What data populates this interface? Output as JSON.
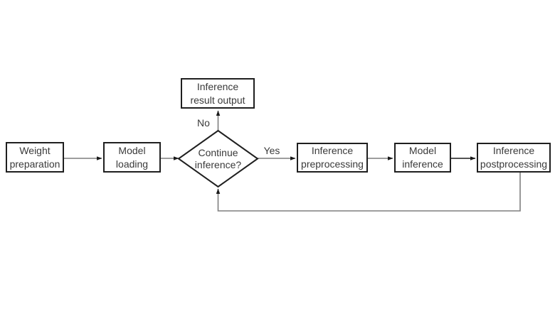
{
  "diagram": {
    "colors": {
      "background": "#ffffff",
      "line": "#7f7f7f",
      "arrowhead": "#1a1a1a",
      "box_border": "#1f1f1f",
      "box_fill": "#ffffff",
      "text": "#3a3a3a"
    },
    "nodes": {
      "weight_preparation": {
        "label": "Weight preparation",
        "lines": [
          "Weight",
          "preparation"
        ]
      },
      "model_loading": {
        "label": "Model loading",
        "lines": [
          "Model",
          "loading"
        ]
      },
      "inference_result_output": {
        "label": "Inference result output",
        "lines": [
          "Inference",
          "result output"
        ]
      },
      "continue_inference": {
        "label": "Continue inference?",
        "lines": [
          "Continue",
          "inference?"
        ]
      },
      "inference_preprocessing": {
        "label": "Inference preprocessing",
        "lines": [
          "Inference",
          "preprocessing"
        ]
      },
      "model_inference": {
        "label": "Model inference",
        "lines": [
          "Model",
          "inference"
        ]
      },
      "inference_postprocessing": {
        "label": "Inference postprocessing",
        "lines": [
          "Inference",
          "postprocessing"
        ]
      }
    },
    "edge_labels": {
      "no": "No",
      "yes": "Yes"
    }
  }
}
